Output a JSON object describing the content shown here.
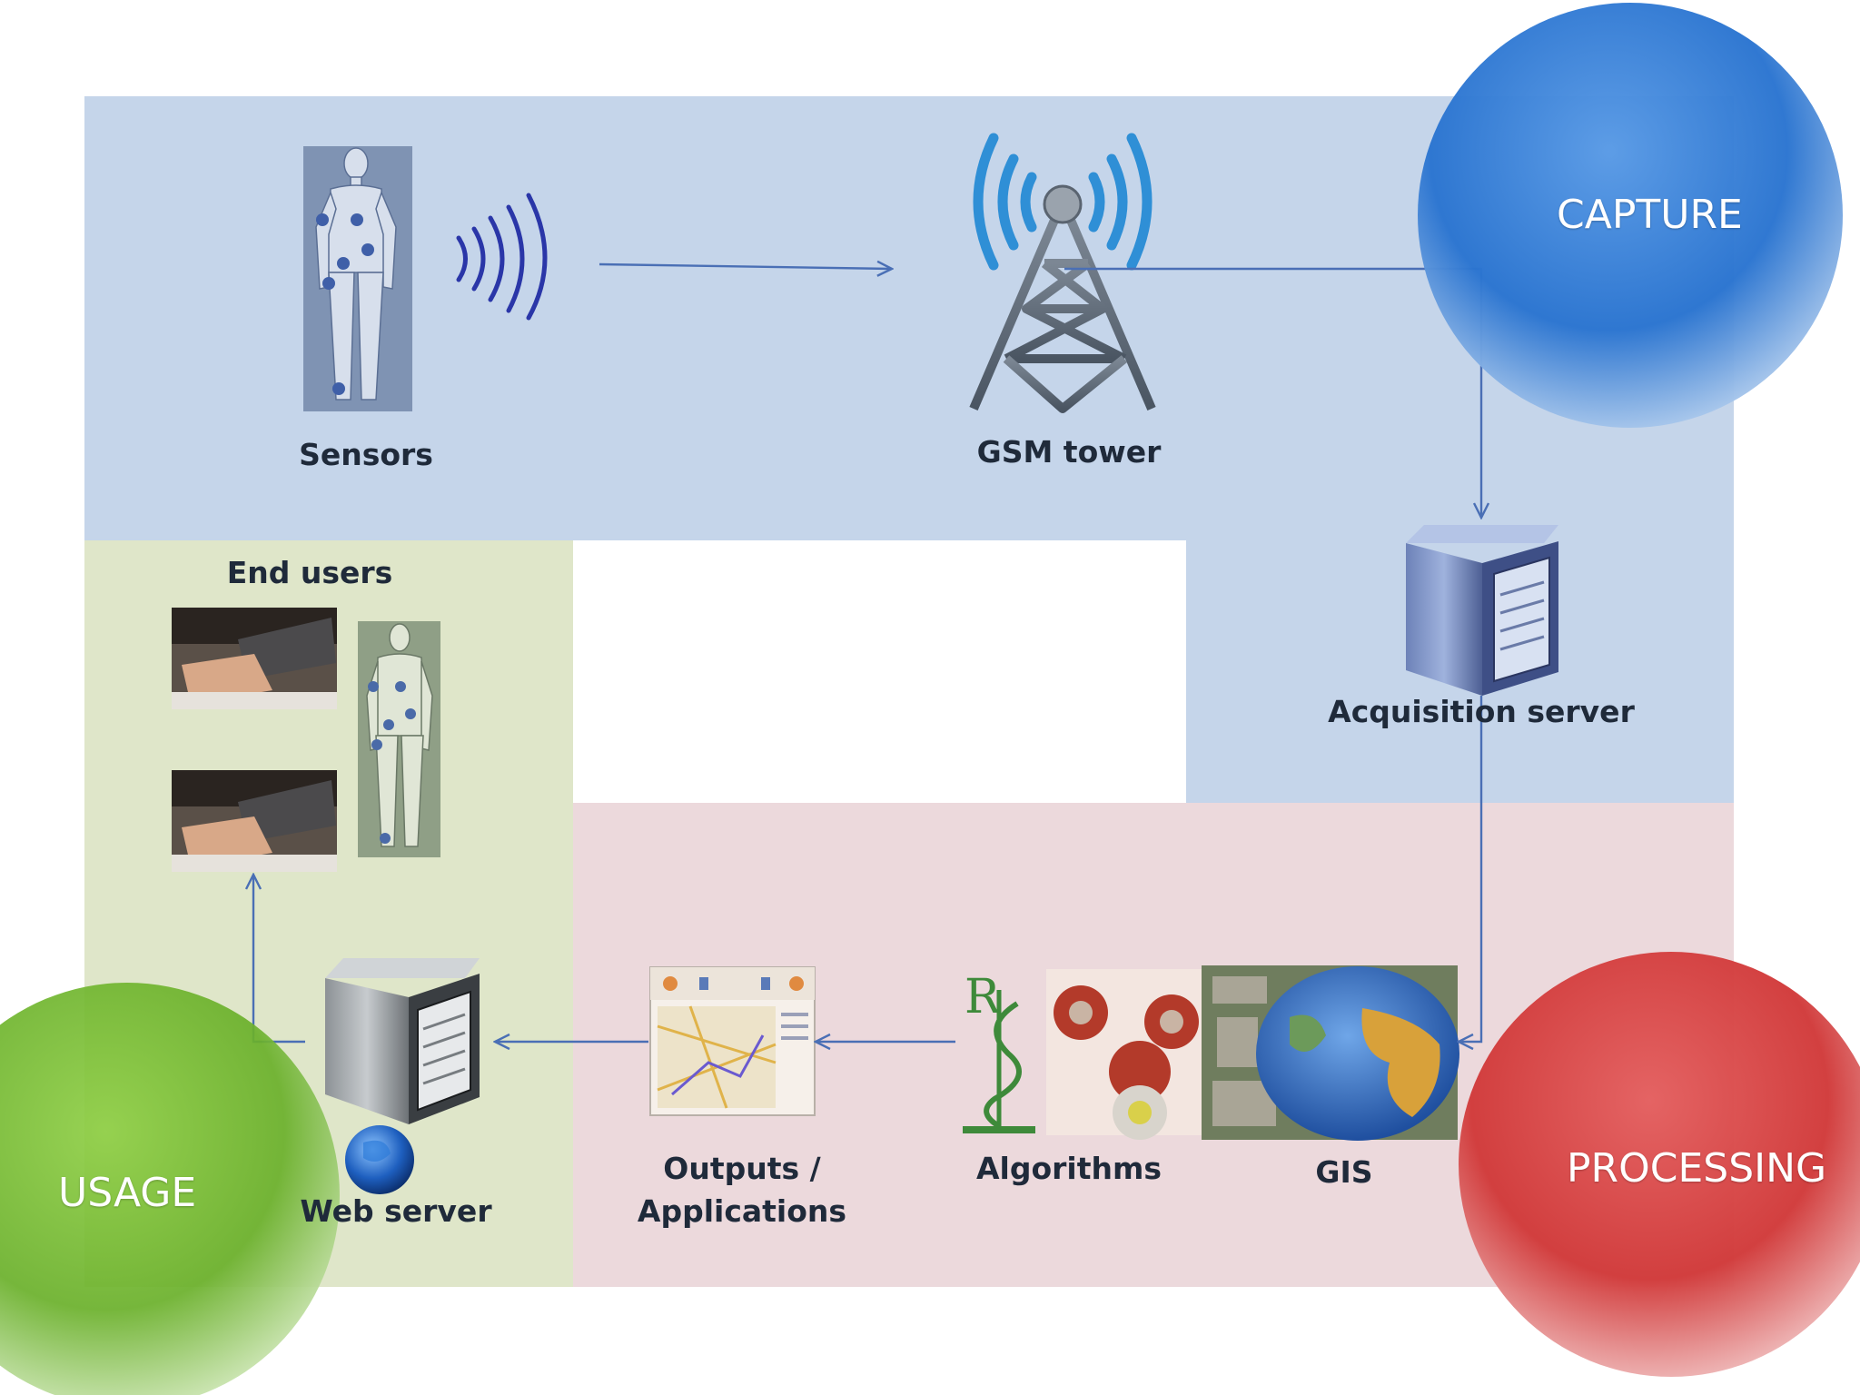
{
  "diagram": {
    "phases": [
      {
        "id": "capture",
        "label": "CAPTURE",
        "color": "#2a74d0"
      },
      {
        "id": "processing",
        "label": "PROCESSING",
        "color": "#d7393a"
      },
      {
        "id": "usage",
        "label": "USAGE",
        "color": "#6eb82a"
      }
    ],
    "nodes": {
      "sensors": "Sensors",
      "gsm_tower": "GSM tower",
      "acquisition_server": "Acquisition server",
      "gis": "GIS",
      "algorithms": "Algorithms",
      "outputs": "Outputs /",
      "applications": "Applications",
      "web_server": "Web server",
      "end_users": "End users"
    },
    "edges": [
      {
        "from": "Sensors",
        "to": "GSM tower"
      },
      {
        "from": "GSM tower",
        "to": "Acquisition server"
      },
      {
        "from": "Acquisition server",
        "to": "GIS"
      },
      {
        "from": "Algorithms",
        "to": "Outputs / Applications"
      },
      {
        "from": "Outputs / Applications",
        "to": "Web server"
      },
      {
        "from": "Web server",
        "to": "End users"
      }
    ],
    "zone_colors": {
      "capture": "#c5d5ea",
      "processing": "#ecd9dc",
      "usage": "#dfe6c9"
    }
  }
}
